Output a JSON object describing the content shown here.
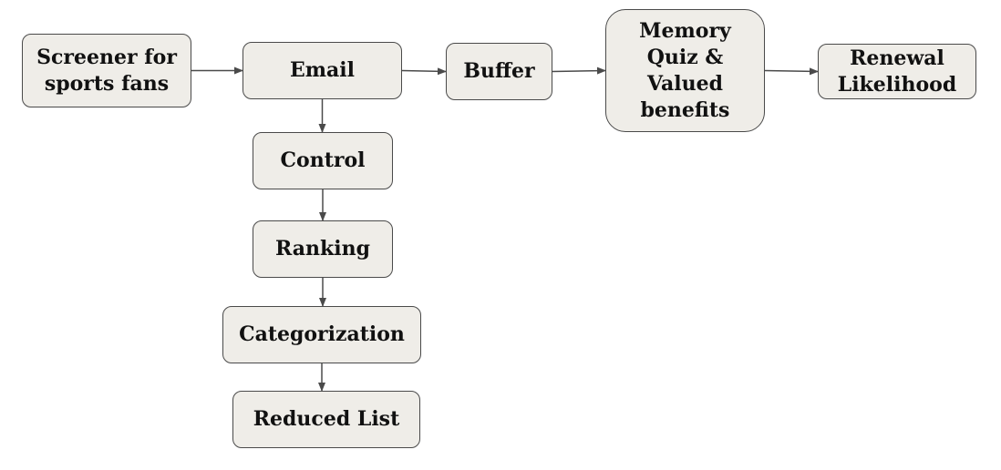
{
  "diagram": {
    "colors": {
      "box_fill": "#efede8",
      "box_border": "#4a4a4a",
      "arrow": "#4a4a4a",
      "text": "#111111"
    },
    "nodes": {
      "screener": "Screener for\nsports fans",
      "email": "Email",
      "buffer": "Buffer",
      "memory_quiz": "Memory\nQuiz &\nValued\nbenefits",
      "renewal": "Renewal\nLikelihood",
      "control": "Control",
      "ranking": "Ranking",
      "categorization": "Categorization",
      "reduced_list": "Reduced List"
    },
    "edges": [
      {
        "from": "screener",
        "to": "email"
      },
      {
        "from": "email",
        "to": "buffer"
      },
      {
        "from": "buffer",
        "to": "memory_quiz"
      },
      {
        "from": "memory_quiz",
        "to": "renewal"
      },
      {
        "from": "email",
        "to": "control"
      },
      {
        "from": "control",
        "to": "ranking"
      },
      {
        "from": "ranking",
        "to": "categorization"
      },
      {
        "from": "categorization",
        "to": "reduced_list"
      }
    ]
  }
}
